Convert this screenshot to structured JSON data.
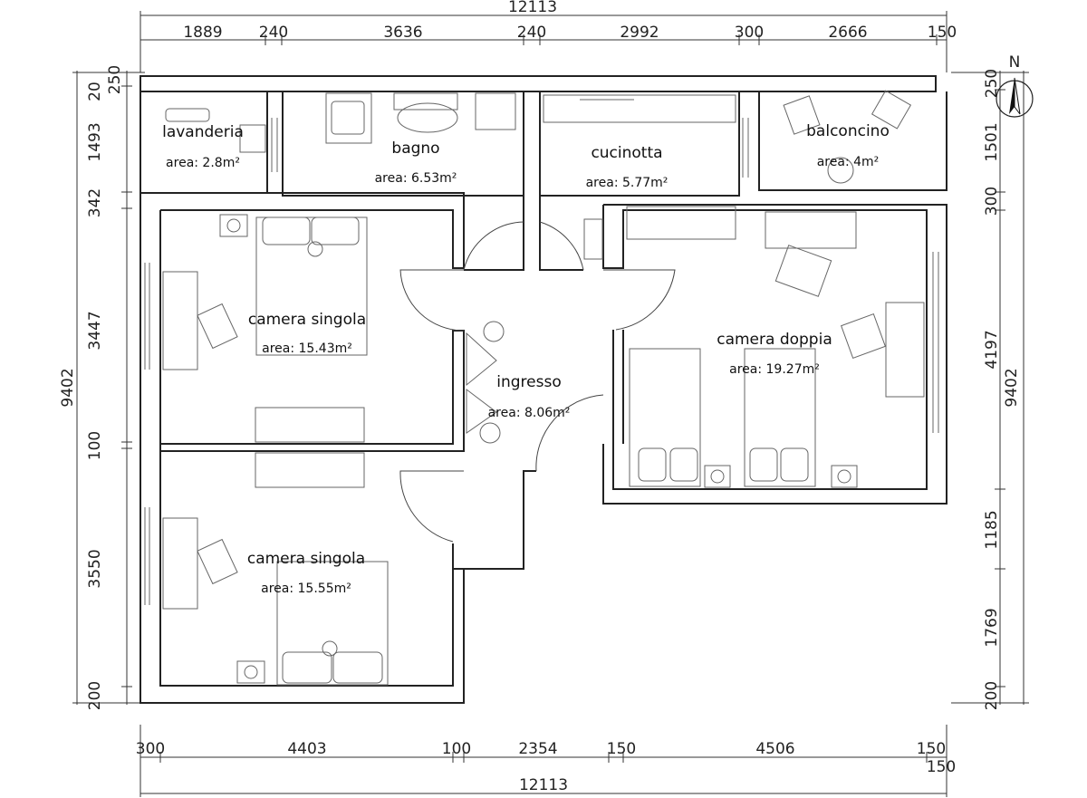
{
  "dimensions": {
    "top_total": "12113",
    "top_parts": [
      "1889",
      "240",
      "3636",
      "240",
      "2992",
      "300",
      "2666",
      "150"
    ],
    "bottom_parts": [
      "300",
      "4403",
      "100",
      "2354",
      "150",
      "4506",
      "150"
    ],
    "bottom_extra": "150",
    "bottom_total": "12113",
    "left_parts": [
      "20",
      "250",
      "1493",
      "342",
      "3447",
      "100",
      "3550",
      "200"
    ],
    "left_total": "9402",
    "right_parts": [
      "250",
      "1501",
      "300",
      "4197",
      "1185",
      "1769",
      "200"
    ],
    "right_total": "9402"
  },
  "compass": {
    "label": "N"
  },
  "rooms": [
    {
      "name": "lavanderia",
      "area": "area: 2.8m²"
    },
    {
      "name": "bagno",
      "area": "area: 6.53m²"
    },
    {
      "name": "cucinotta",
      "area": "area: 5.77m²"
    },
    {
      "name": "balconcino",
      "area": "area: 4m²"
    },
    {
      "name": "camera singola",
      "area": "area: 15.43m²"
    },
    {
      "name": "ingresso",
      "area": "area: 8.06m²"
    },
    {
      "name": "camera doppia",
      "area": "area: 19.27m²"
    },
    {
      "name": "camera singola",
      "area": "area: 15.55m²"
    }
  ]
}
